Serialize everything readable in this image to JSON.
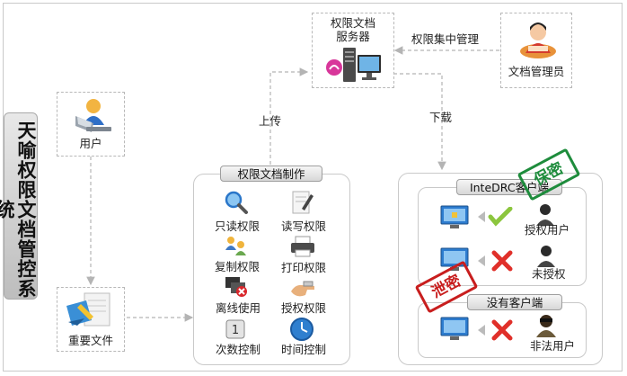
{
  "side_title": "天喻权限文档管控系统",
  "server": {
    "label": "权限文档\n服务器"
  },
  "admin": {
    "label": "文档管理员"
  },
  "user": {
    "label": "用户"
  },
  "file": {
    "label": "重要文件"
  },
  "edges": {
    "central": "权限集中管理",
    "upload": "上传",
    "download": "下载"
  },
  "making": {
    "title": "权限文档制作",
    "items": [
      "只读权限",
      "读写权限",
      "复制权限",
      "打印权限",
      "离线使用",
      "授权权限",
      "次数控制",
      "时间控制"
    ]
  },
  "client": {
    "title": "InteDRC客户端",
    "authorized": "授权用户",
    "unauthorized": "未授权",
    "no_client_title": "没有客户端",
    "illegal": "非法用户"
  },
  "stamps": {
    "green": "保密",
    "red": "泄密"
  },
  "colors": {
    "green": "#1e8c3c",
    "red": "#c81e1e",
    "accent": "#2a76c9"
  }
}
